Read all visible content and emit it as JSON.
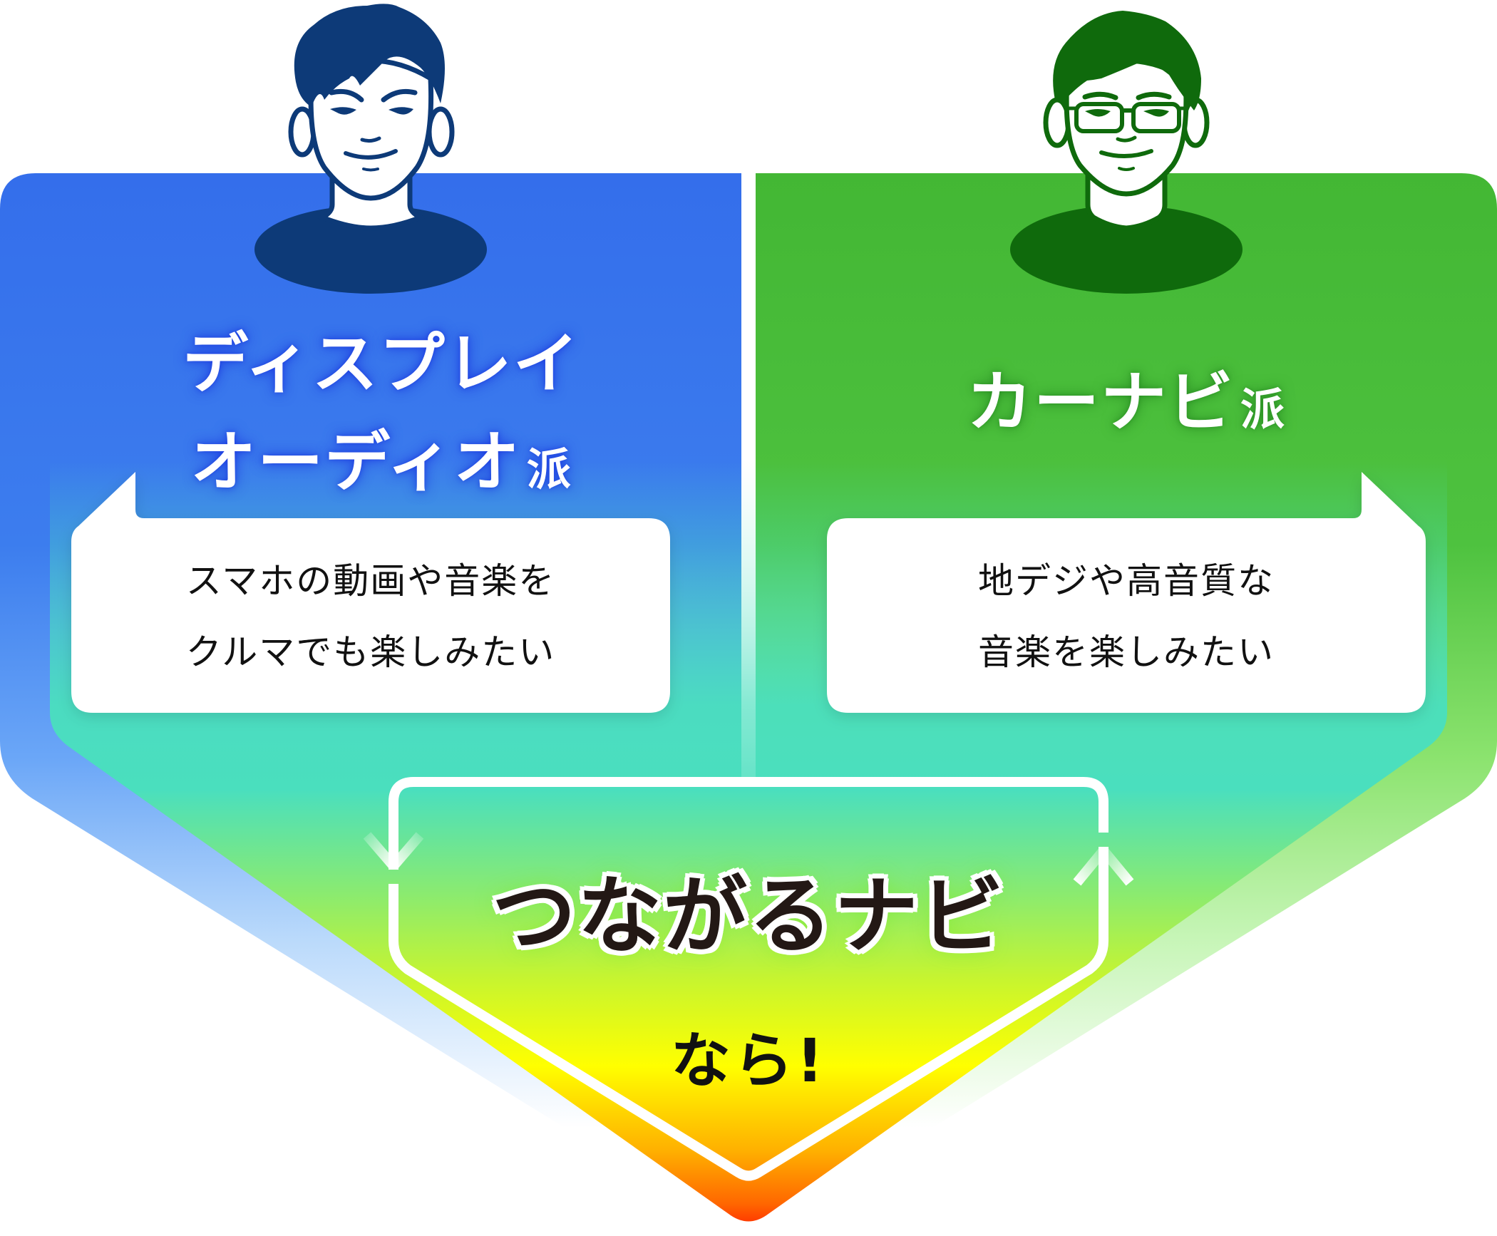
{
  "colors": {
    "left_panel": "#346EEB",
    "right_panel": "#43B734",
    "left_character": "#0D3A78",
    "right_character": "#0F6A0C",
    "teal": "#4ADFBE",
    "yellow": "#FFFF00",
    "orange": "#FF9900",
    "red": "#FF1A00",
    "cta_text": "#231815"
  },
  "left": {
    "character": "display-audio-user-avatar",
    "heading_line1": "ディスプレイ",
    "heading_line2": "オーディオ",
    "heading_suffix": "派",
    "bubble_line1": "スマホの動画や音楽を",
    "bubble_line2": "クルマでも楽しみたい"
  },
  "right": {
    "character": "car-navi-user-avatar-glasses",
    "heading_line1": "カーナビ",
    "heading_suffix": "派",
    "bubble_line1": "地デジや高音質な",
    "bubble_line2": "音楽を楽しみたい"
  },
  "center": {
    "title": "つながるナビ",
    "subtitle": "なら!",
    "icons": [
      "arrow-down-icon",
      "arrow-up-icon",
      "loop-icon"
    ]
  }
}
